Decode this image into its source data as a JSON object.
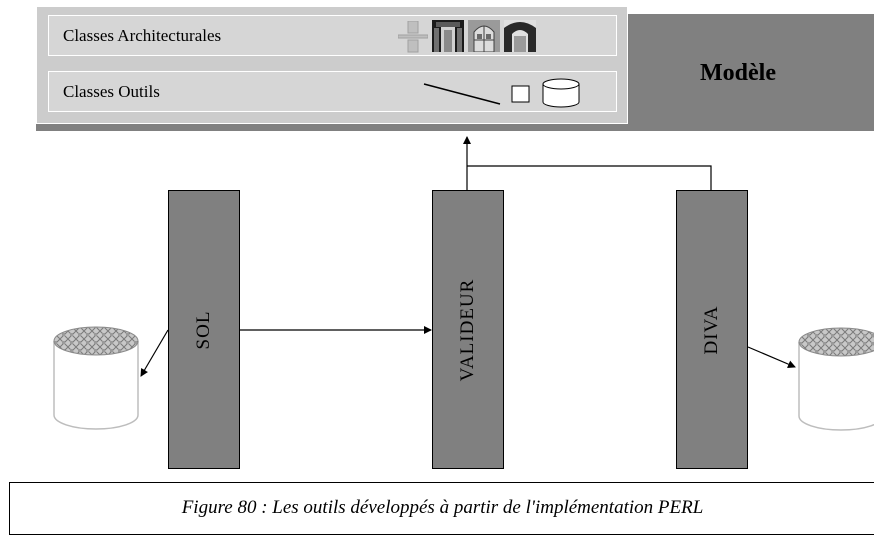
{
  "model": {
    "title": "Modèle"
  },
  "palette": {
    "architectural_label": "Classes Architecturales",
    "tools_label": "Classes Outils",
    "architectural_icons": [
      "pillar-icon",
      "door-icon",
      "window-icon",
      "arch-icon"
    ],
    "tools_icons": [
      "line-icon",
      "rectangle-icon",
      "cylinder-icon"
    ]
  },
  "boxes": {
    "sol": "SOL",
    "valideur": "VALIDEUR",
    "diva": "DIVA"
  },
  "databases": [
    "database-icon",
    "database-icon"
  ],
  "caption": "Figure 80 : Les outils développés à partir de l'implémentation PERL",
  "colors": {
    "band": "#808080",
    "box": "#808080",
    "palette": "#cccccc"
  }
}
